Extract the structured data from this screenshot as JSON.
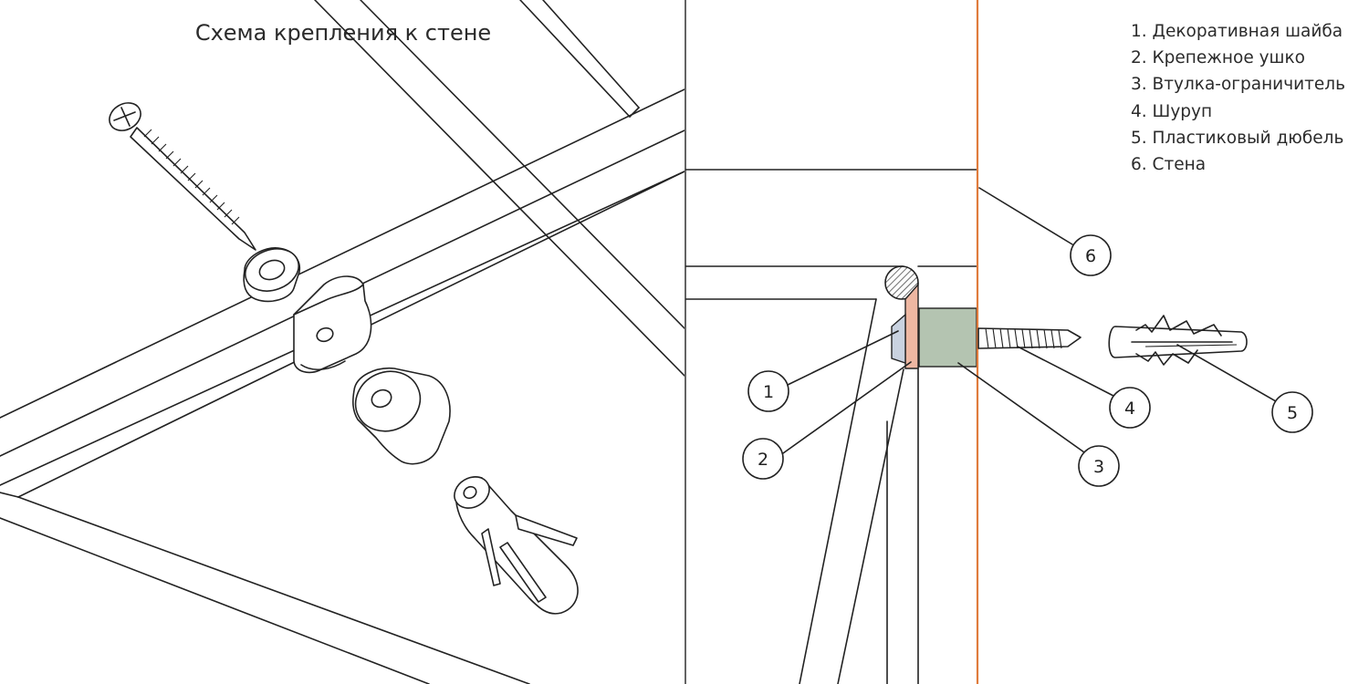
{
  "title": "Схема крепления к стене",
  "legend": [
    "1. Декоративная шайба",
    "2. Крепежное ушко",
    "3. Втулка-ограничитель",
    "4. Шуруп",
    "5. Пластиковый дюбель",
    "6. Стена"
  ],
  "callouts": [
    "1",
    "2",
    "3",
    "4",
    "5",
    "6"
  ],
  "colors": {
    "wall": "#e07b3c",
    "ear": "#eeb7a2",
    "washer": "#c9d2e0",
    "bushing": "#b4c4b1",
    "line": "#222222"
  }
}
